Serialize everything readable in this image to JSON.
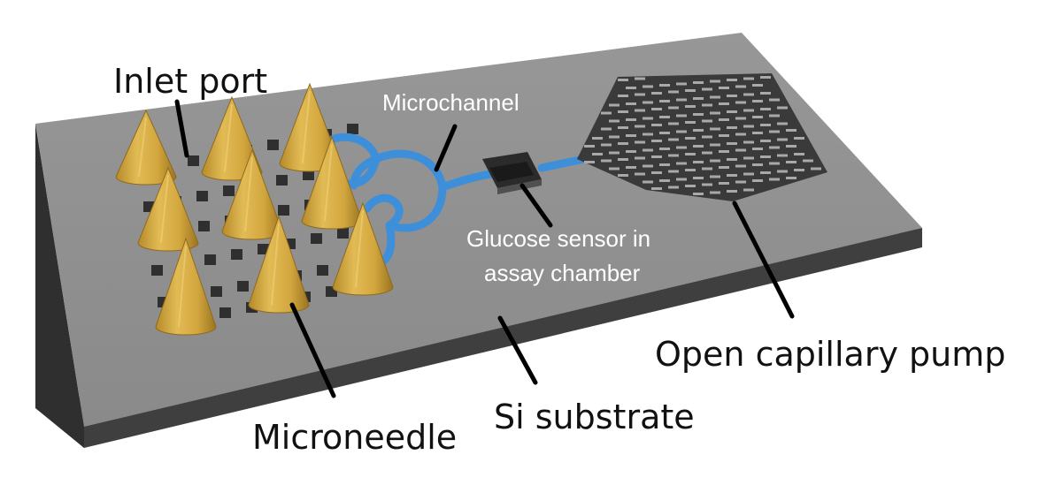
{
  "labels": {
    "inlet_port": "Inlet port",
    "microchannel": "Microchannel",
    "glucose_sensor_line1": "Glucose sensor in",
    "glucose_sensor_line2": "assay chamber",
    "open_capillary_pump": "Open capillary pump",
    "si_substrate": "Si substrate",
    "microneedle": "Microneedle"
  },
  "colors": {
    "substrate_top": "#8f8f8f",
    "substrate_front": "#3f3f3f",
    "substrate_side": "#2e2e2e",
    "needle_gold": "#d4aa45",
    "channel_blue": "#3d8fd9",
    "pump_dark": "#3a3a3a",
    "pump_ridge": "#a9a9a9",
    "port_dark": "#2f2f2f"
  }
}
